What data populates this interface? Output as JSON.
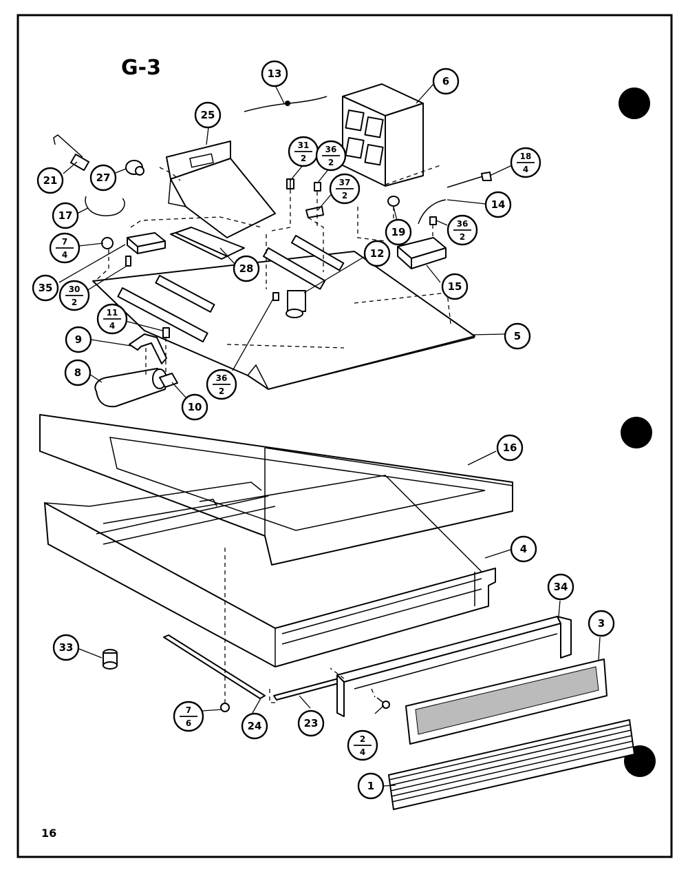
{
  "figure_code": "G-3",
  "page_number": "16",
  "callouts": [
    {
      "id": "c13",
      "num": "13"
    },
    {
      "id": "c6",
      "num": "6"
    },
    {
      "id": "c25",
      "num": "25"
    },
    {
      "id": "c21",
      "num": "21"
    },
    {
      "id": "c27",
      "num": "27"
    },
    {
      "id": "c31",
      "num": "31",
      "den": "2"
    },
    {
      "id": "c36a",
      "num": "36",
      "den": "2"
    },
    {
      "id": "c37",
      "num": "37",
      "den": "2"
    },
    {
      "id": "c18",
      "num": "18",
      "den": "4"
    },
    {
      "id": "c17",
      "num": "17"
    },
    {
      "id": "c14",
      "num": "14"
    },
    {
      "id": "c7a",
      "num": "7",
      "den": "4"
    },
    {
      "id": "c19",
      "num": "19"
    },
    {
      "id": "c36b",
      "num": "36",
      "den": "2"
    },
    {
      "id": "c28",
      "num": "28"
    },
    {
      "id": "c35",
      "num": "35"
    },
    {
      "id": "c30",
      "num": "30",
      "den": "2"
    },
    {
      "id": "c12",
      "num": "12"
    },
    {
      "id": "c15",
      "num": "15"
    },
    {
      "id": "c11",
      "num": "11",
      "den": "4"
    },
    {
      "id": "c9",
      "num": "9"
    },
    {
      "id": "c5",
      "num": "5"
    },
    {
      "id": "c8",
      "num": "8"
    },
    {
      "id": "c36c",
      "num": "36",
      "den": "2"
    },
    {
      "id": "c10",
      "num": "10"
    },
    {
      "id": "c16",
      "num": "16"
    },
    {
      "id": "c4",
      "num": "4"
    },
    {
      "id": "c34",
      "num": "34"
    },
    {
      "id": "c3",
      "num": "3"
    },
    {
      "id": "c33",
      "num": "33"
    },
    {
      "id": "c7b",
      "num": "7",
      "den": "6"
    },
    {
      "id": "c24",
      "num": "24"
    },
    {
      "id": "c23",
      "num": "23"
    },
    {
      "id": "c2",
      "num": "2",
      "den": "4"
    },
    {
      "id": "c1",
      "num": "1"
    }
  ]
}
